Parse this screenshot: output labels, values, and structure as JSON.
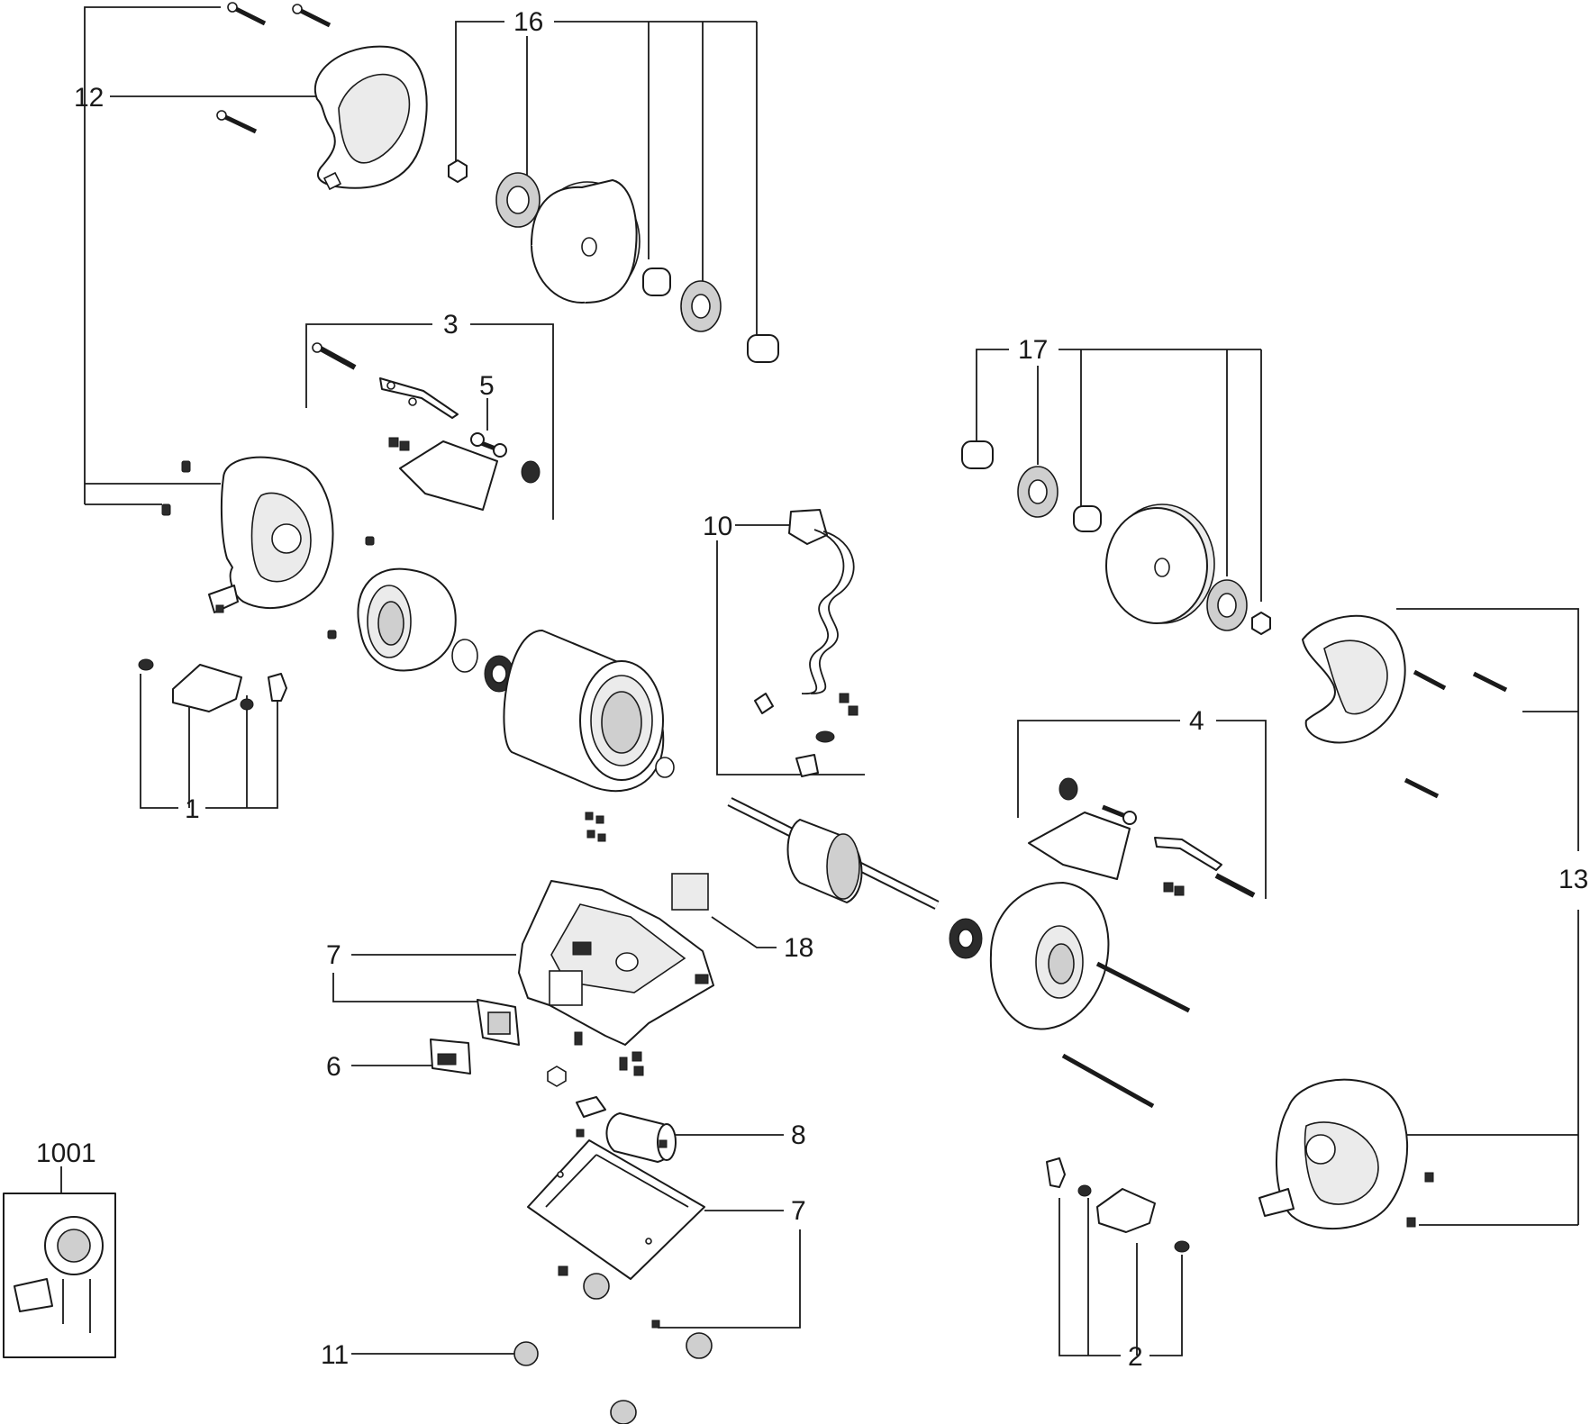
{
  "diagram": {
    "callouts": {
      "c1": "1",
      "c2": "2",
      "c3": "3",
      "c4": "4",
      "c5": "5",
      "c6": "6",
      "c7a": "7",
      "c7b": "7",
      "c8": "8",
      "c10": "10",
      "c11": "11",
      "c12": "12",
      "c13": "13",
      "c16": "16",
      "c17": "17",
      "c18": "18",
      "c1001": "1001"
    }
  }
}
